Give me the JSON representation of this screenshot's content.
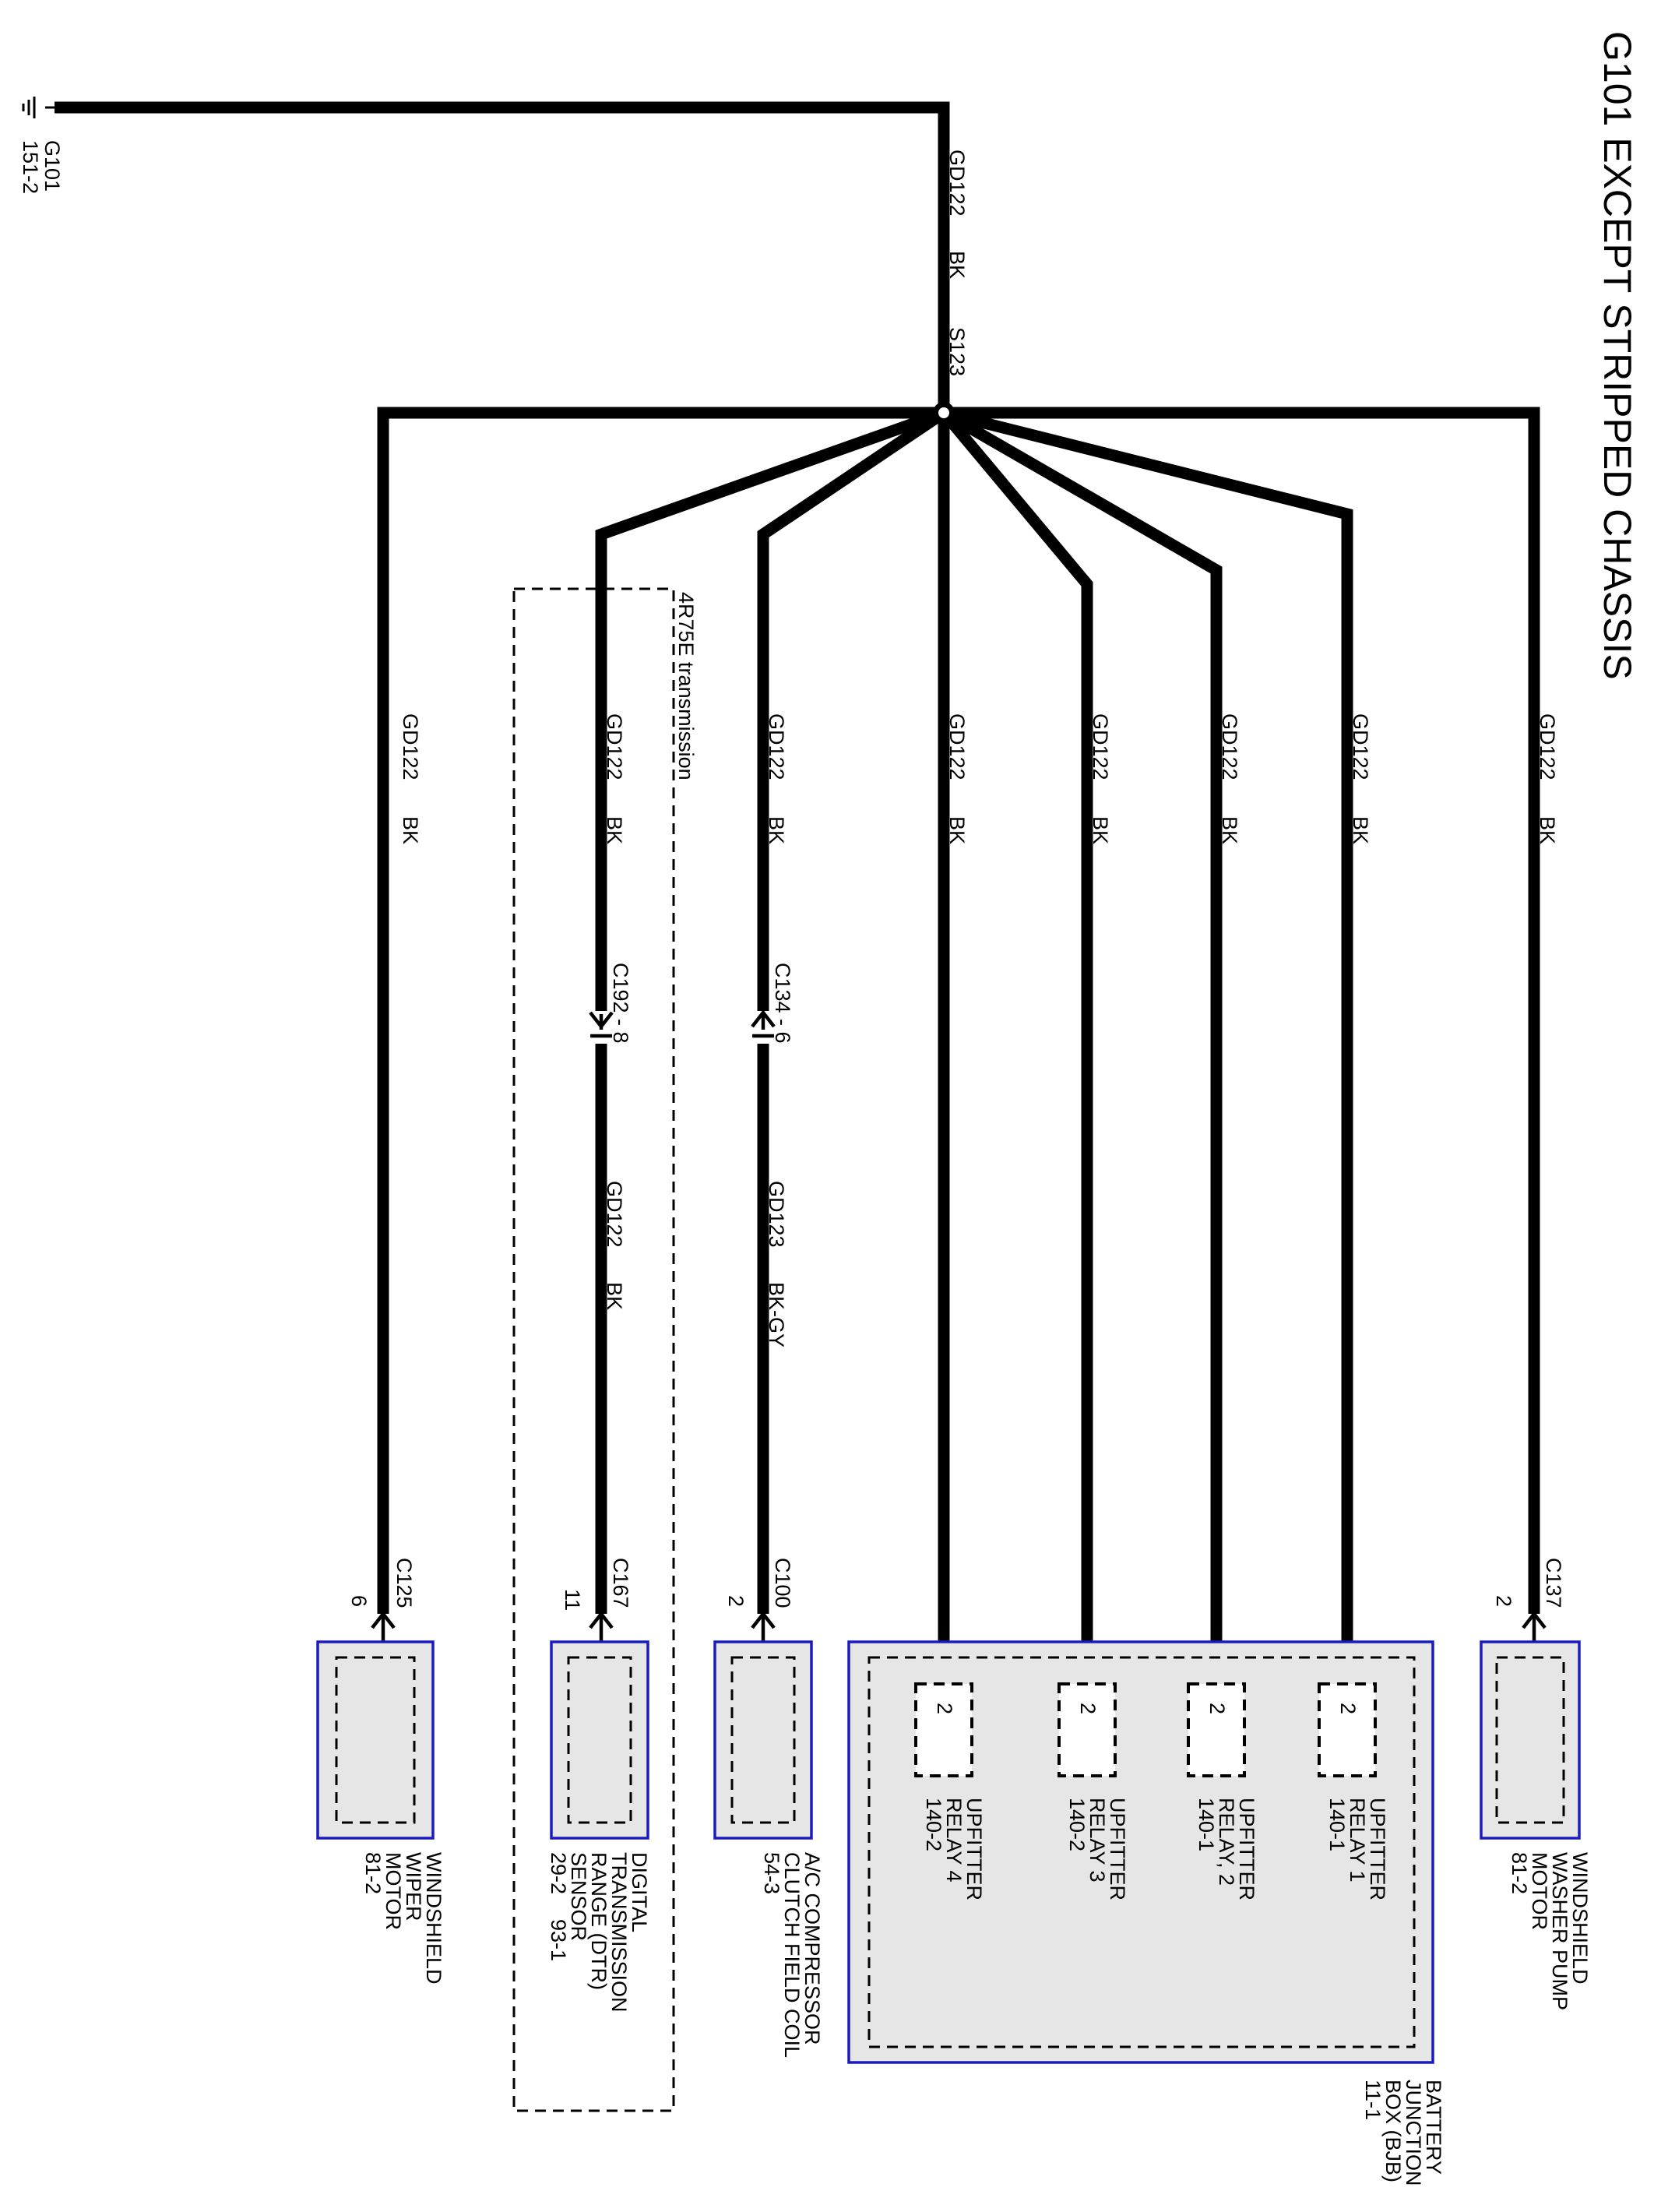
{
  "title": "G101 EXCEPT STRIPPED CHASSIS",
  "ground": {
    "name": "G101",
    "ref": "151-2"
  },
  "main_wire": {
    "circuit": "GD122",
    "color": "BK",
    "splice": "S123"
  },
  "inline_connectors": {
    "c192": {
      "label": "C192 - 8",
      "circuit_after": "GD122",
      "color_after": "BK"
    },
    "c134": {
      "label": "C134 - 6",
      "circuit_after": "GD123",
      "color_after": "BK-GY"
    }
  },
  "transmission_box": {
    "label": "4R75E transmission"
  },
  "branches": [
    {
      "circuit": "GD122",
      "color": "BK"
    },
    {
      "circuit": "GD122",
      "color": "BK"
    },
    {
      "circuit": "GD122",
      "color": "BK"
    },
    {
      "circuit": "GD122",
      "color": "BK"
    },
    {
      "circuit": "GD122",
      "color": "BK"
    },
    {
      "circuit": "GD122",
      "color": "BK"
    },
    {
      "circuit": "GD122",
      "color": "BK"
    },
    {
      "circuit": "GD122",
      "color": "BK"
    }
  ],
  "components": {
    "washer": {
      "connector": "C137",
      "pin": "2",
      "name": [
        "WINDSHIELD",
        "WASHER PUMP",
        "MOTOR",
        "81-2"
      ]
    },
    "bjb": {
      "name": [
        "BATTERY",
        "JUNCTION",
        "BOX (BJB)",
        "11-1"
      ],
      "relays": [
        {
          "pin": "2",
          "name": [
            "UPFITTER",
            "RELAY 1",
            "140-1"
          ]
        },
        {
          "pin": "2",
          "name": [
            "UPFITTER",
            "RELAY, 2",
            "140-1"
          ]
        },
        {
          "pin": "2",
          "name": [
            "UPFITTER",
            "RELAY 3",
            "140-2"
          ]
        },
        {
          "pin": "2",
          "name": [
            "UPFITTER",
            "RELAY 4",
            "140-2"
          ]
        }
      ]
    },
    "ac": {
      "connector": "C100",
      "pin": "2",
      "name": [
        "A/C COMPRESSOR",
        "CLUTCH FIELD COIL",
        "54-3"
      ]
    },
    "dtr": {
      "connector": "C167",
      "pin": "11",
      "name": [
        "DIGITAL",
        "TRANSMISSION",
        "RANGE (DTR)",
        "SENSOR"
      ],
      "ref_a": "29-2",
      "ref_b": "93-1"
    },
    "wiper": {
      "connector": "C125",
      "pin": "6",
      "name": [
        "WINDSHIELD",
        "WIPER",
        "MOTOR",
        "81-2"
      ]
    }
  }
}
